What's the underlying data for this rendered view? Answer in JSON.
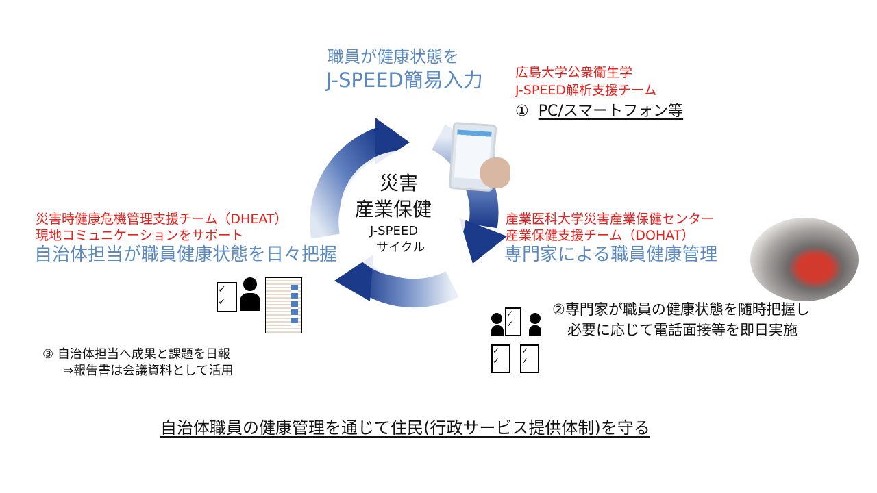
{
  "top": {
    "line1": "職員が健康状態を",
    "line2": "J-SPEED簡易入力"
  },
  "top_right": {
    "org1": "広島大学公衆衛生学",
    "org2": "J-SPEED解析支援チーム",
    "step_num": "①",
    "step_text": "PC/スマートフォン等"
  },
  "center": {
    "line1": "災害",
    "line2": "産業保健",
    "line3": "J-SPEED",
    "line4": "サイクル"
  },
  "left": {
    "org1": "災害時健康危機管理支援チーム（DHEAT）",
    "org2": "現地コミュニケーションをサポート",
    "headline": "自治体担当が職員健康状態を日々把握",
    "step_line1": "③ 自治体担当へ成果と課題を日報",
    "step_line2": "⇒報告書は会議資料として活用"
  },
  "right": {
    "org1": "産業医科大学災害産業保健センター",
    "org2": "産業保健支援チーム（DOHAT）",
    "headline": "専門家による職員健康管理",
    "step_line1": "②専門家が職員の健康状態を随時把握し",
    "step_line2": "必要に応じて電話面接等を即日実施"
  },
  "footer": "自治体職員の健康管理を通じて住民(行政サービス提供体制)を守る",
  "colors": {
    "red": "#e8201c",
    "blue": "#5a8ac4",
    "arrow_dark": "#1f3f8f"
  }
}
